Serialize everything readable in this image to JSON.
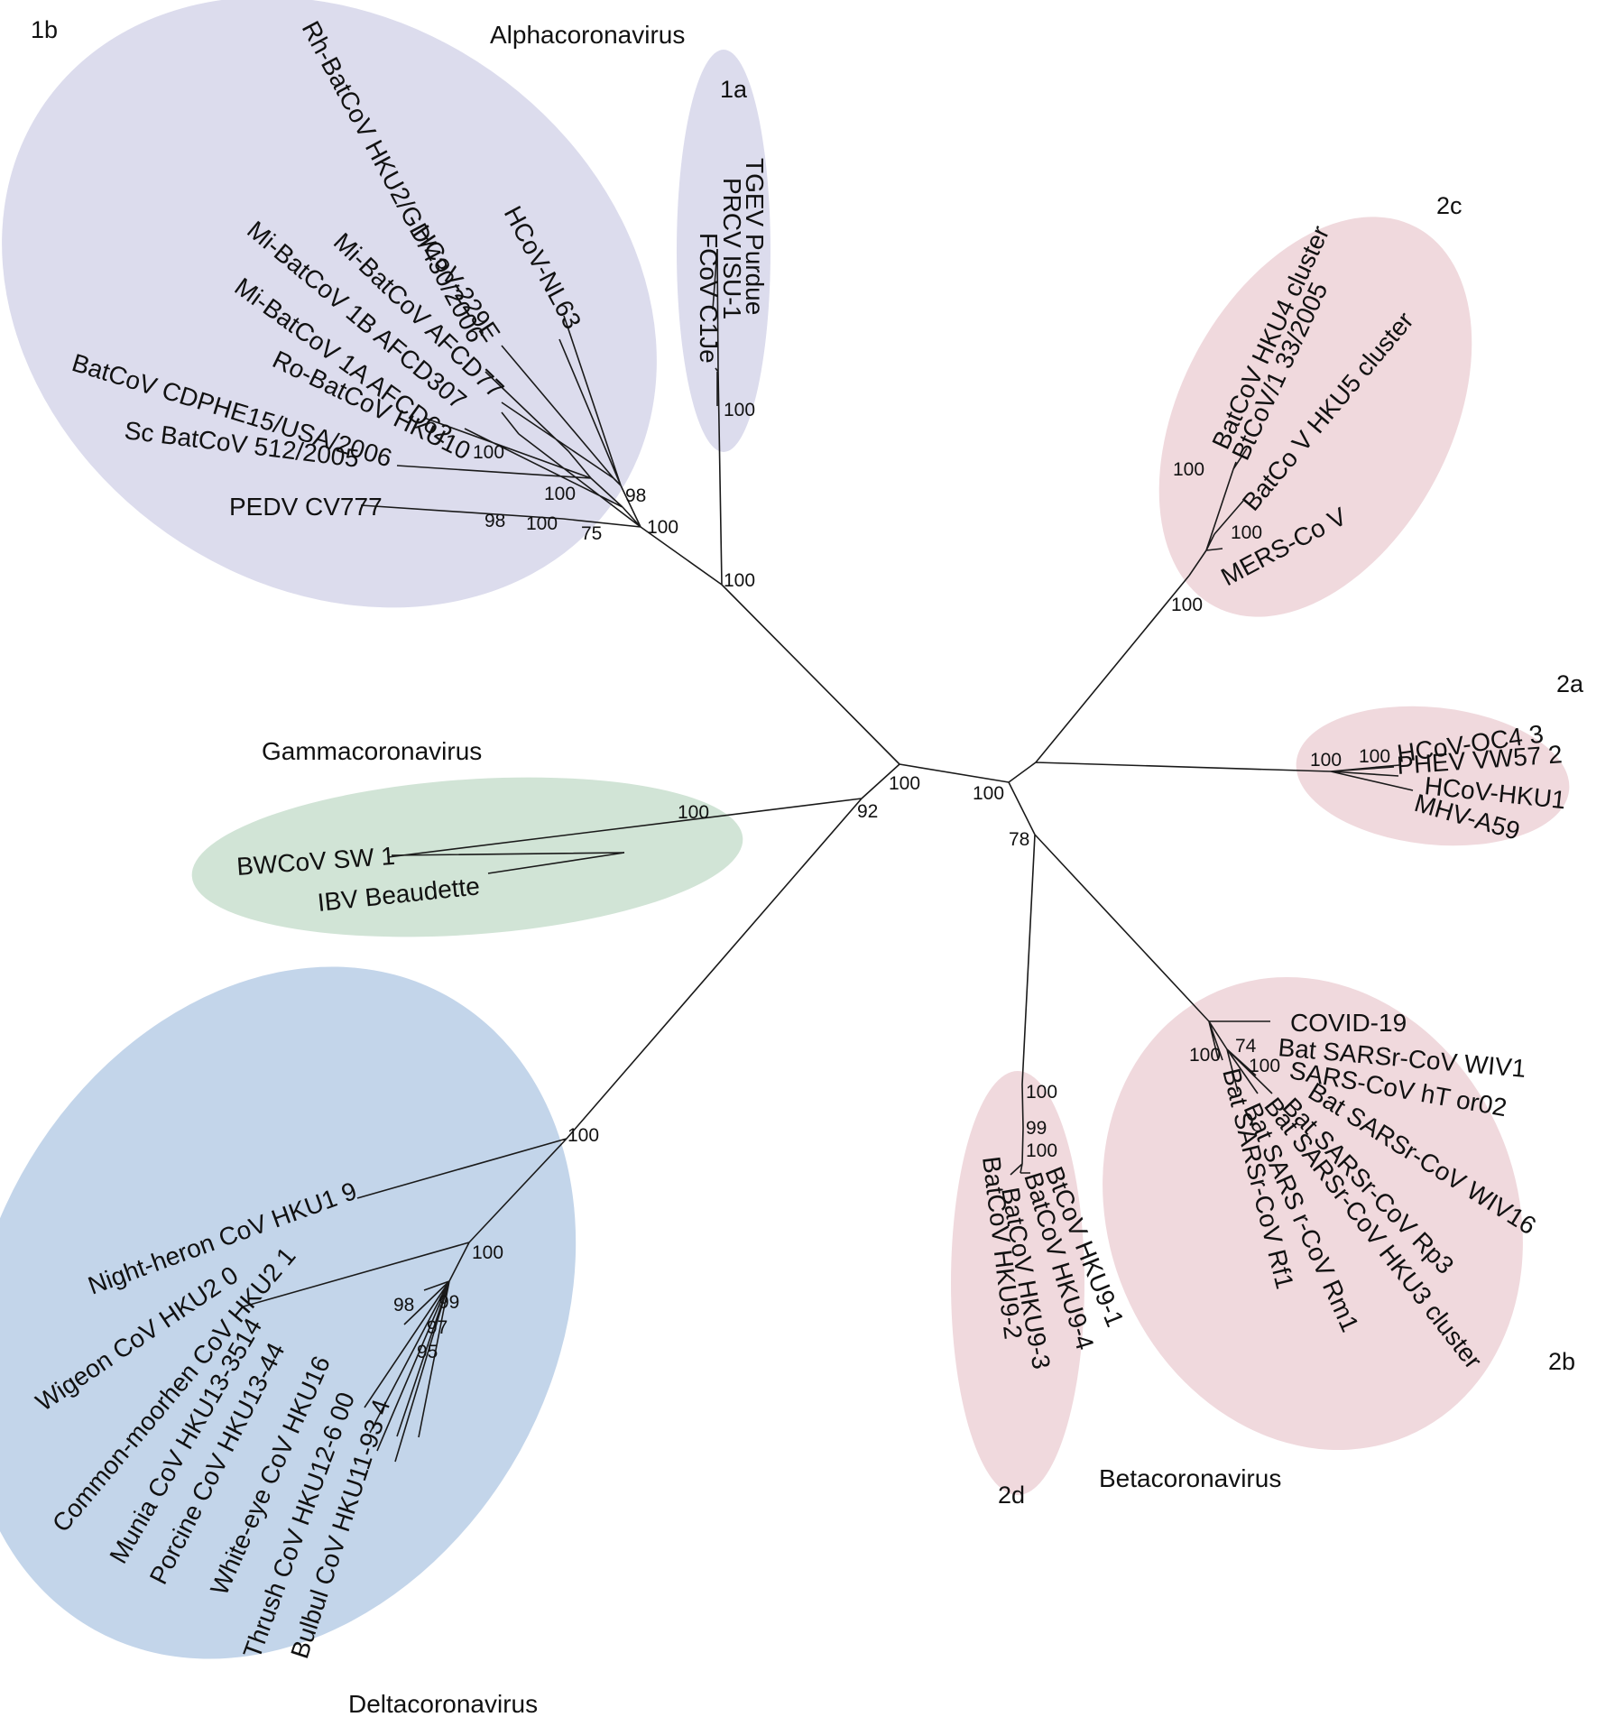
{
  "colors": {
    "alpha_fill": "#dcdced",
    "gamma_fill": "#d1e4d6",
    "delta_fill": "#c3d5ea",
    "beta_fill": "#f0d9dd",
    "branch": "#1a1a1a"
  },
  "genera": {
    "alpha": "Alphacoronavirus",
    "gamma": "Gammacoronavirus",
    "delta": "Deltacoronavirus",
    "beta": "Betacoronavirus"
  },
  "clades": {
    "c1a": "1a",
    "c1b": "1b",
    "c2a": "2a",
    "c2b": "2b",
    "c2c": "2c",
    "c2d": "2d"
  },
  "leaves": {
    "tgev": "TGEV Purdue",
    "prcv": "PRCV ISU-1",
    "fcov": "FCoV C1Je",
    "rh_batcov": "Rh-BatCoV HKU2/GD/430/2006",
    "hcov_nl63": "HCoV-NL63",
    "hcov_229e": "HCoV-229E",
    "mi_afcd77": "Mi-BatCoV AFCD77",
    "mi_1b": "Mi-BatCoV 1B AFCD307",
    "mi_1a": "Mi-BatCoV 1A AFCD62",
    "ro_hku10": "Ro-BatCoV HKU10",
    "batcov_cdphe": "BatCoV CDPHE15/USA/2006",
    "sc_batcov": "Sc BatCoV 512/2005",
    "pedv": "PEDV CV777",
    "bwcov": "BWCoV SW 1",
    "ibv": "IBV Beaudette",
    "night_heron": "Night-heron CoV HKU1 9",
    "wigeon": "Wigeon CoV HKU2 0",
    "moorhen": "Common-moorhen CoV HKU2 1",
    "munia": "Munia CoV HKU13-3514",
    "porcine": "Porcine CoV HKU13-44",
    "white_eye": "White-eye CoV HKU16",
    "thrush": "Thrush CoV HKU12-6 00",
    "bulbul": "Bulbul CoV HKU11-93 4",
    "hku4": "BatCoV HKU4 cluster",
    "btcov133": "BtCoV/1 33/2005",
    "hku5": "BatCo V HKU5 cluster",
    "mers": "MERS-Co V",
    "hcov_oc43": "HCoV-OC4 3",
    "phev": "PHEV VW57 2",
    "hcov_hku1": "HCoV-HKU1",
    "mhv": "MHV-A59",
    "covid": "COVID-19",
    "wiv1": "Bat SARSr-CoV  WIV1",
    "htor02": "SARS-CoV hT or02",
    "wiv16": "Bat SARSr-CoV  WIV16",
    "rp3": "Bat SARSr-CoV Rp3",
    "hku3": "Bat SARSr-CoV HKU3 cluster",
    "rm1": "Bat SARS r-CoV Rm1",
    "rf1": "Bat SARSr-CoV Rf1",
    "hku9_1": "BtCoV HKU9-1",
    "hku9_4": "BatCoV HKU9-4",
    "hku9_3": "BatCoV HKU9-3",
    "hku9_2": "BatCoV HKU9-2"
  },
  "bootstrap": {
    "b_1a": "100",
    "b_alpha_root": "100",
    "b_alpha_node": "100",
    "b_98_top": "98",
    "b_100_ro": "100",
    "b_100_mid": "100",
    "b_98_left": "98",
    "b_100_left": "100",
    "b_75": "75",
    "b_gamma": "100",
    "b_center": "100",
    "b_92": "92",
    "b_beta_center": "100",
    "b_78": "78",
    "b_2c_top": "100",
    "b_2c_mid": "100",
    "b_2c_bot": "100",
    "b_2a_1": "100",
    "b_2a_2": "100",
    "b_2b_100": "100",
    "b_2b_74": "74",
    "b_2b_100b": "100",
    "b_2d_1": "100",
    "b_2d_2": "99",
    "b_2d_3": "100",
    "b_delta_1": "100",
    "b_delta_2": "100",
    "b_delta_98": "98",
    "b_delta_99": "99",
    "b_delta_97": "97",
    "b_delta_95": "95"
  }
}
